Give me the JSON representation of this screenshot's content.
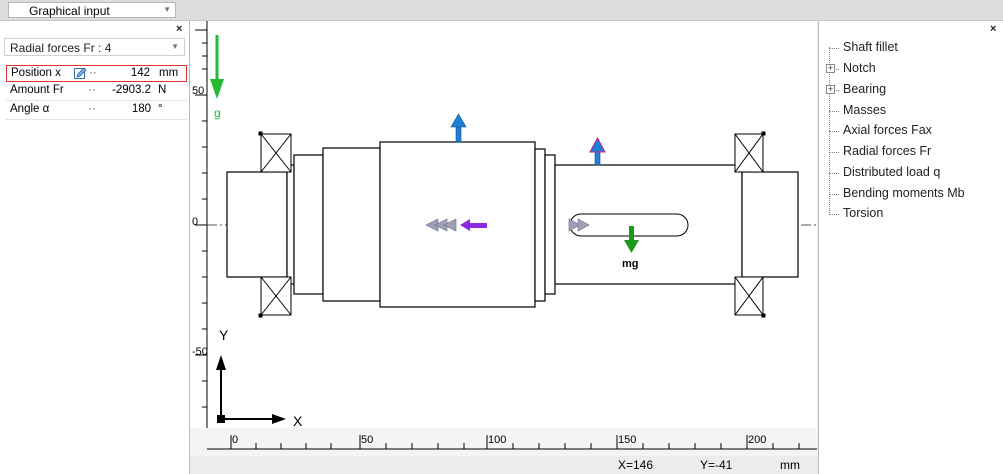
{
  "toolbar": {
    "mode_select": "Graphical input"
  },
  "left_panel": {
    "close_glyph": "×",
    "dropdown": "Radial forces Fr : 4",
    "properties": [
      {
        "label": "Position x",
        "dots": "··",
        "value": "142",
        "unit": "mm"
      },
      {
        "label": "Amount Fr",
        "dots": "··",
        "value": "-2903.2",
        "unit": "N"
      },
      {
        "label": "Angle α",
        "dots": "··",
        "value": "180",
        "unit": "°"
      }
    ]
  },
  "canvas": {
    "v_ruler_labels": [
      "50",
      "0",
      "-50"
    ],
    "h_ruler_labels": [
      "0",
      "50",
      "100",
      "150",
      "200"
    ],
    "gravity_label": "g",
    "mass_label": "mg",
    "axis_y_label": "Y",
    "axis_x_label": "X",
    "colors": {
      "gravity": "#22bb33",
      "up_force": "#1f7fd6",
      "axial": "#8a2be2",
      "mass_arrow": "#1a9a1a"
    }
  },
  "status": {
    "x": "X=146",
    "y": "Y=-41",
    "unit": "mm"
  },
  "right_panel": {
    "close_glyph": "×",
    "tree": [
      {
        "label": "Shaft fillet",
        "expandable": false
      },
      {
        "label": "Notch",
        "expandable": true
      },
      {
        "label": "Bearing",
        "expandable": true
      },
      {
        "label": "Masses",
        "expandable": false
      },
      {
        "label": "Axial forces Fax",
        "expandable": false
      },
      {
        "label": "Radial forces Fr",
        "expandable": false
      },
      {
        "label": "Distributed load q",
        "expandable": false
      },
      {
        "label": "Bending moments Mb",
        "expandable": false
      },
      {
        "label": "Torsion",
        "expandable": false
      }
    ]
  }
}
